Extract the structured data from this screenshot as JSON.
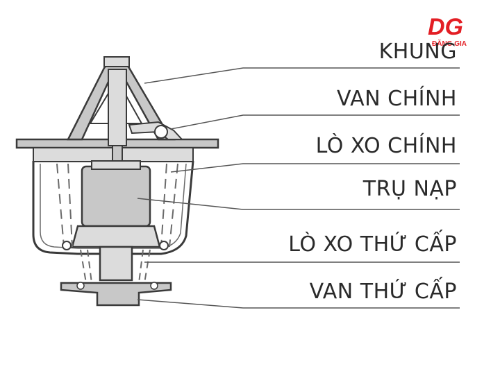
{
  "logo": {
    "text": "DG",
    "subtext": "ĐĂNG GIA",
    "color": "#e31e24"
  },
  "diagram": {
    "parts": [
      {
        "id": "frame",
        "label": "KHUNG"
      },
      {
        "id": "main-valve",
        "label": "VAN CHÍNH"
      },
      {
        "id": "main-spring",
        "label": "LÒ XO CHÍNH"
      },
      {
        "id": "piston",
        "label": "TRỤ NẠP"
      },
      {
        "id": "secondary-spring",
        "label": "LÒ XO THỨ CẤP"
      },
      {
        "id": "secondary-valve",
        "label": "VAN THỨ CẤP"
      }
    ],
    "colors": {
      "fill": "#c8c8c8",
      "fill_light": "#dcdcdc",
      "stroke": "#3a3a3a",
      "leader": "#555555"
    }
  }
}
